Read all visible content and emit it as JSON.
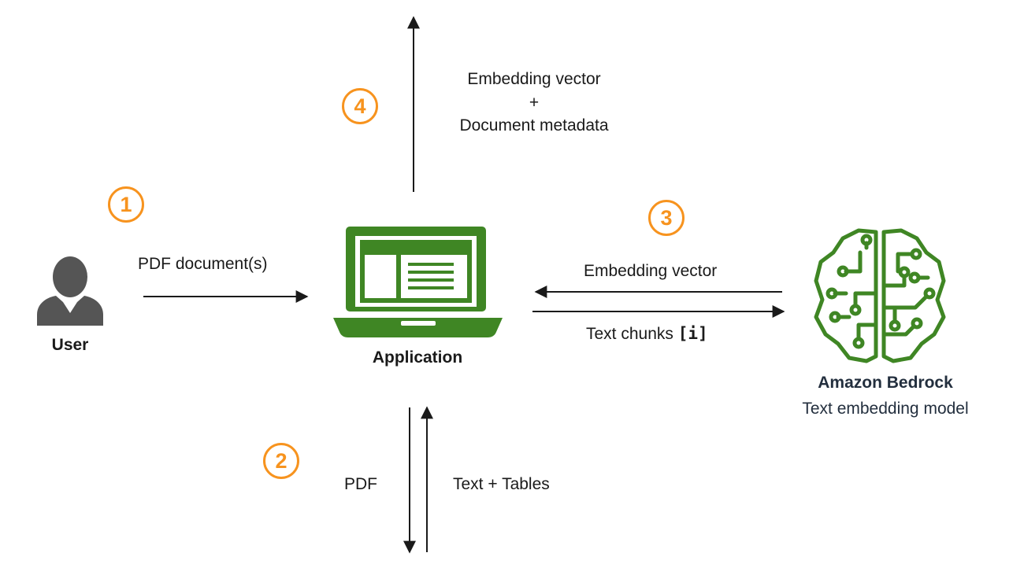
{
  "user": {
    "label": "User"
  },
  "application": {
    "label": "Application"
  },
  "bedrock": {
    "name": "Amazon Bedrock",
    "subtitle": "Text embedding model"
  },
  "steps": {
    "one": "1",
    "two": "2",
    "three": "3",
    "four": "4"
  },
  "arrows": {
    "pdf_documents": "PDF document(s)",
    "embedding_vector_in": "Embedding vector",
    "text_chunks_prefix": "Text chunks ",
    "text_chunks_index": "[i]",
    "pdf_down": "PDF",
    "text_tables_up": "Text + Tables",
    "store_line1": "Embedding vector",
    "store_plus": "+",
    "store_line2": "Document metadata"
  },
  "colors": {
    "accent_orange": "#f7931e",
    "app_green": "#3f8624",
    "user_gray": "#555555",
    "bedrock_navy": "#232f3e",
    "arrow_black": "#1a1a1a"
  },
  "icons": {
    "user": "person-icon",
    "application": "laptop-icon",
    "bedrock": "brain-circuit-icon"
  }
}
